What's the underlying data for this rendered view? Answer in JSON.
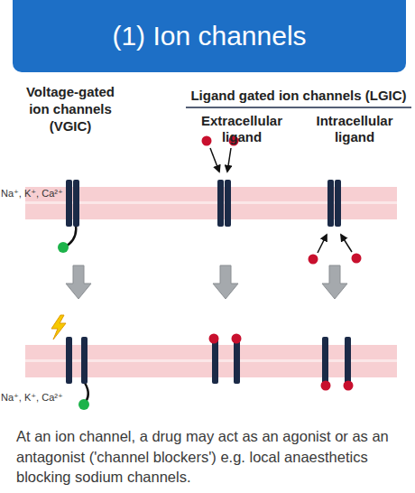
{
  "diagram": {
    "title": "(1) Ion channels",
    "caption": "At an ion channel, a drug may act as an agonist or as an antagonist ('channel blockers') e.g. local anaesthetics blocking sodium channels.",
    "labels": [
      "Voltage-gated ion channels (VGIC)",
      "Ligand gated ion channels (LGIC)",
      "Extracellular ligand",
      "Intracellular ligand",
      "Na⁺, K⁺, Ca²⁺",
      "Na⁺, K⁺, Ca²⁺"
    ]
  }
}
